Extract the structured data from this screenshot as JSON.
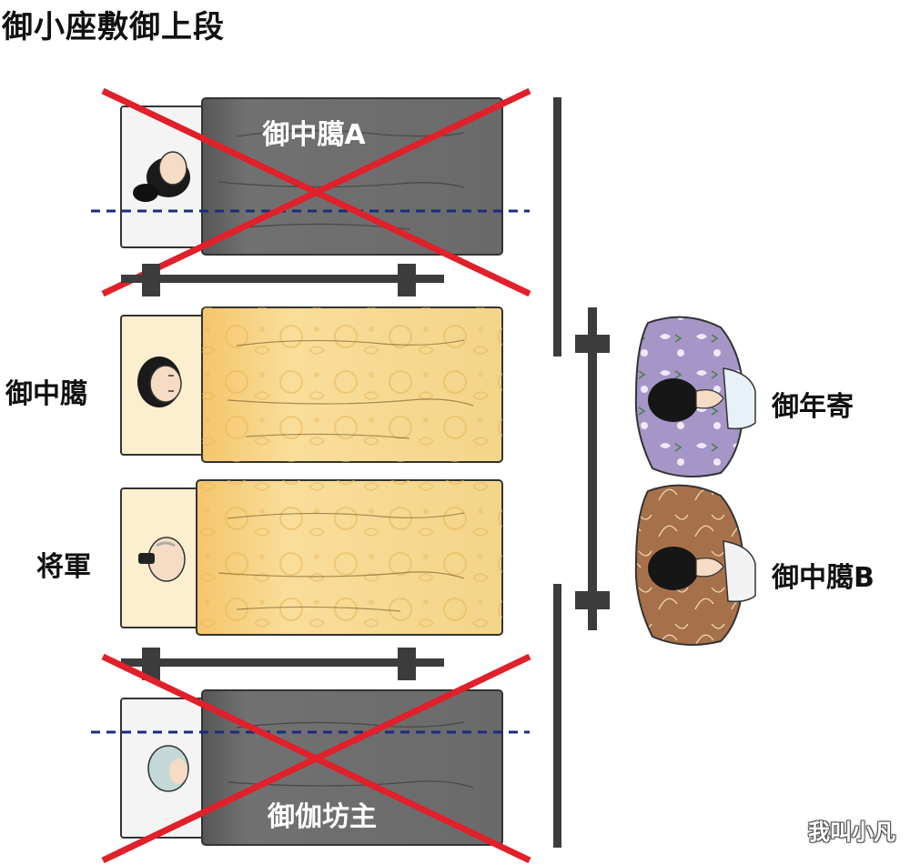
{
  "title": "御小座敷御上段",
  "beds": [
    {
      "label": "御中臈A",
      "crossed": true,
      "futon_color": "#6e6e6e"
    },
    {
      "label": "御中臈",
      "crossed": false,
      "futon_color": "#f2cf76"
    },
    {
      "label": "将軍",
      "crossed": false,
      "futon_color": "#f2cf76"
    },
    {
      "label": "御伽坊主",
      "crossed": true,
      "futon_color": "#6e6e6e"
    }
  ],
  "attendants": [
    {
      "label": "御年寄",
      "robe_color": "#a696c8"
    },
    {
      "label": "御中臈B",
      "robe_color": "#a7724a"
    }
  ],
  "colors": {
    "cross": "#e0202a",
    "dashed_line": "#1c2b7c",
    "screen": "#3c3c3c"
  },
  "watermark": "我叫小凡"
}
